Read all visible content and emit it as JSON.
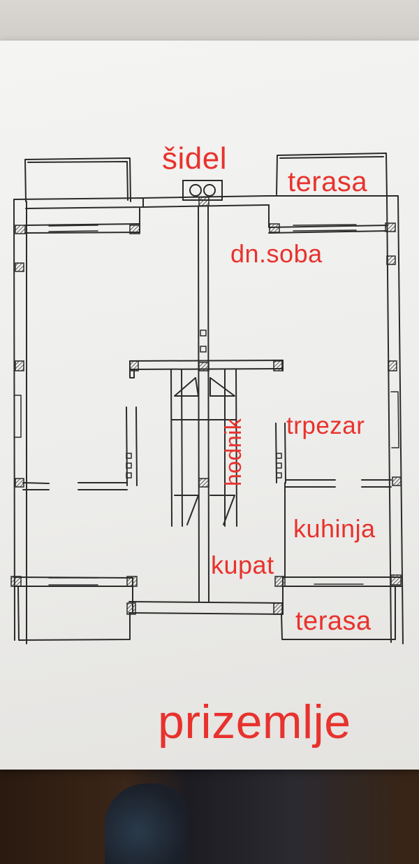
{
  "labels": {
    "sidel": "šidel",
    "terasa_top": "terasa",
    "dn_soba": "dn.soba",
    "hodnik": "hodnik",
    "trpezar": "trpezar",
    "kuhinja": "kuhinja",
    "kupat": "kupat",
    "terasa_bottom": "terasa",
    "floor_title": "prizemlje"
  },
  "colors": {
    "label": "#e8322d",
    "ink": "#2b2b2b",
    "paper": "#f1f1ef"
  }
}
